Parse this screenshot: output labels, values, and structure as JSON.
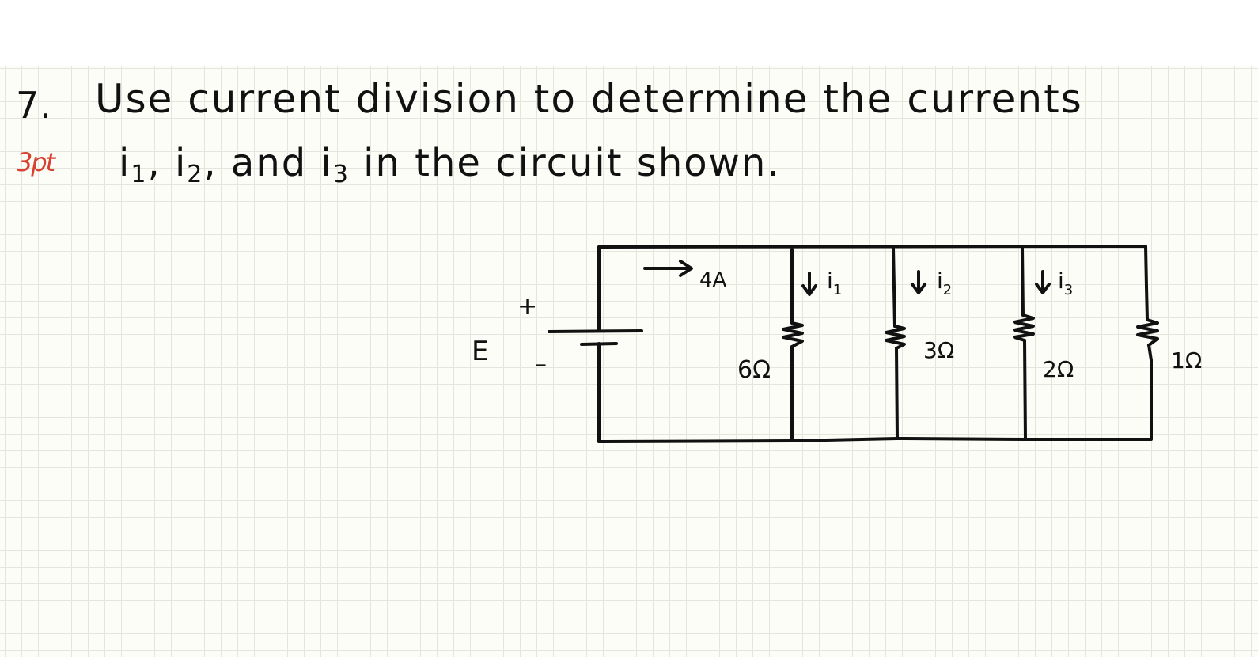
{
  "problem": {
    "number": "7.",
    "points": "3pt",
    "points_color": "#d8412f",
    "line1": "Use current division to determine the currents",
    "line2_a": "i",
    "line2_sub1": "1",
    "line2_b": ", i",
    "line2_sub2": "2",
    "line2_c": ", and i",
    "line2_sub3": "3",
    "line2_d": " in the circuit shown."
  },
  "circuit": {
    "source_label": "E",
    "source_plus": "+",
    "source_minus": "–",
    "source_current": "4A",
    "branch_current_1": "i",
    "branch_current_1_sub": "1",
    "branch_current_2": "i",
    "branch_current_2_sub": "2",
    "branch_current_3": "i",
    "branch_current_3_sub": "3",
    "r1": "6Ω",
    "r2": "3Ω",
    "r3": "2Ω",
    "r4": "1Ω"
  },
  "colors": {
    "ink": "#111111",
    "grid": "#e4e6de",
    "paper": "#fdfdf8"
  }
}
